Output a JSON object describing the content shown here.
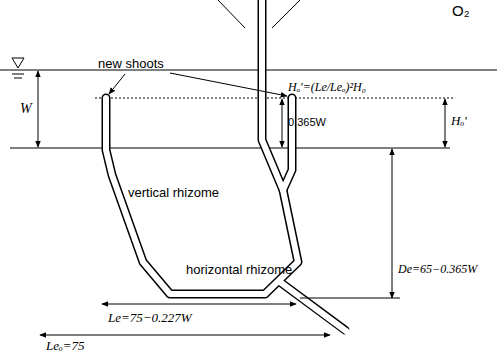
{
  "diagram": {
    "labels": [
      "O₂",
      "new shoots",
      "W",
      "Hₒ'=(Le/Leₒ)²H₀",
      "0.365W",
      "Hₒ'",
      "vertical rhizome",
      "horizontal rhizome",
      "De=65−0.365W",
      "Le=75−0.227W",
      "Leₒ=75"
    ]
  }
}
